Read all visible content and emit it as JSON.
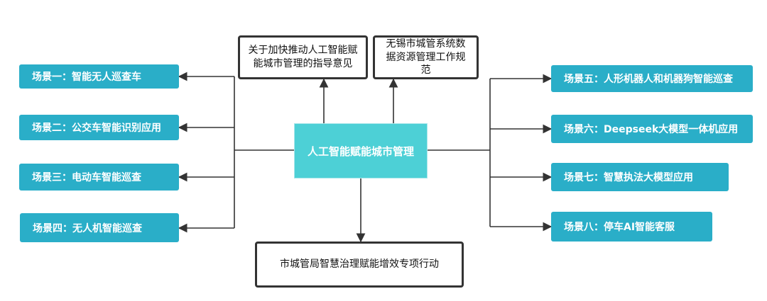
{
  "center": {
    "label": "人工智能赋能城市管理"
  },
  "policies": [
    {
      "label": "关于加快推动人工智能赋能城市管理的指导意见"
    },
    {
      "label": "无锡市城管系统数据资源管理工作规范"
    }
  ],
  "action": {
    "label": "市城管局智慧治理赋能增效专项行动"
  },
  "scenes_left": [
    {
      "label": "场景一：智能无人巡查车"
    },
    {
      "label": "场景二：公交车智能识别应用"
    },
    {
      "label": "场景三：电动车智能巡查"
    },
    {
      "label": "场景四：无人机智能巡查"
    }
  ],
  "scenes_right": [
    {
      "label": "场景五：人形机器人和机器狗智能巡查"
    },
    {
      "label": "场景六：Deepseek大模型一体机应用"
    },
    {
      "label": "场景七：智慧执法大模型应用"
    },
    {
      "label": "场景八：停车AI智能客服"
    }
  ],
  "colors": {
    "scene_fill": "#2aaec8",
    "center_fill": "#4dd0d6",
    "connector": "#333333"
  }
}
